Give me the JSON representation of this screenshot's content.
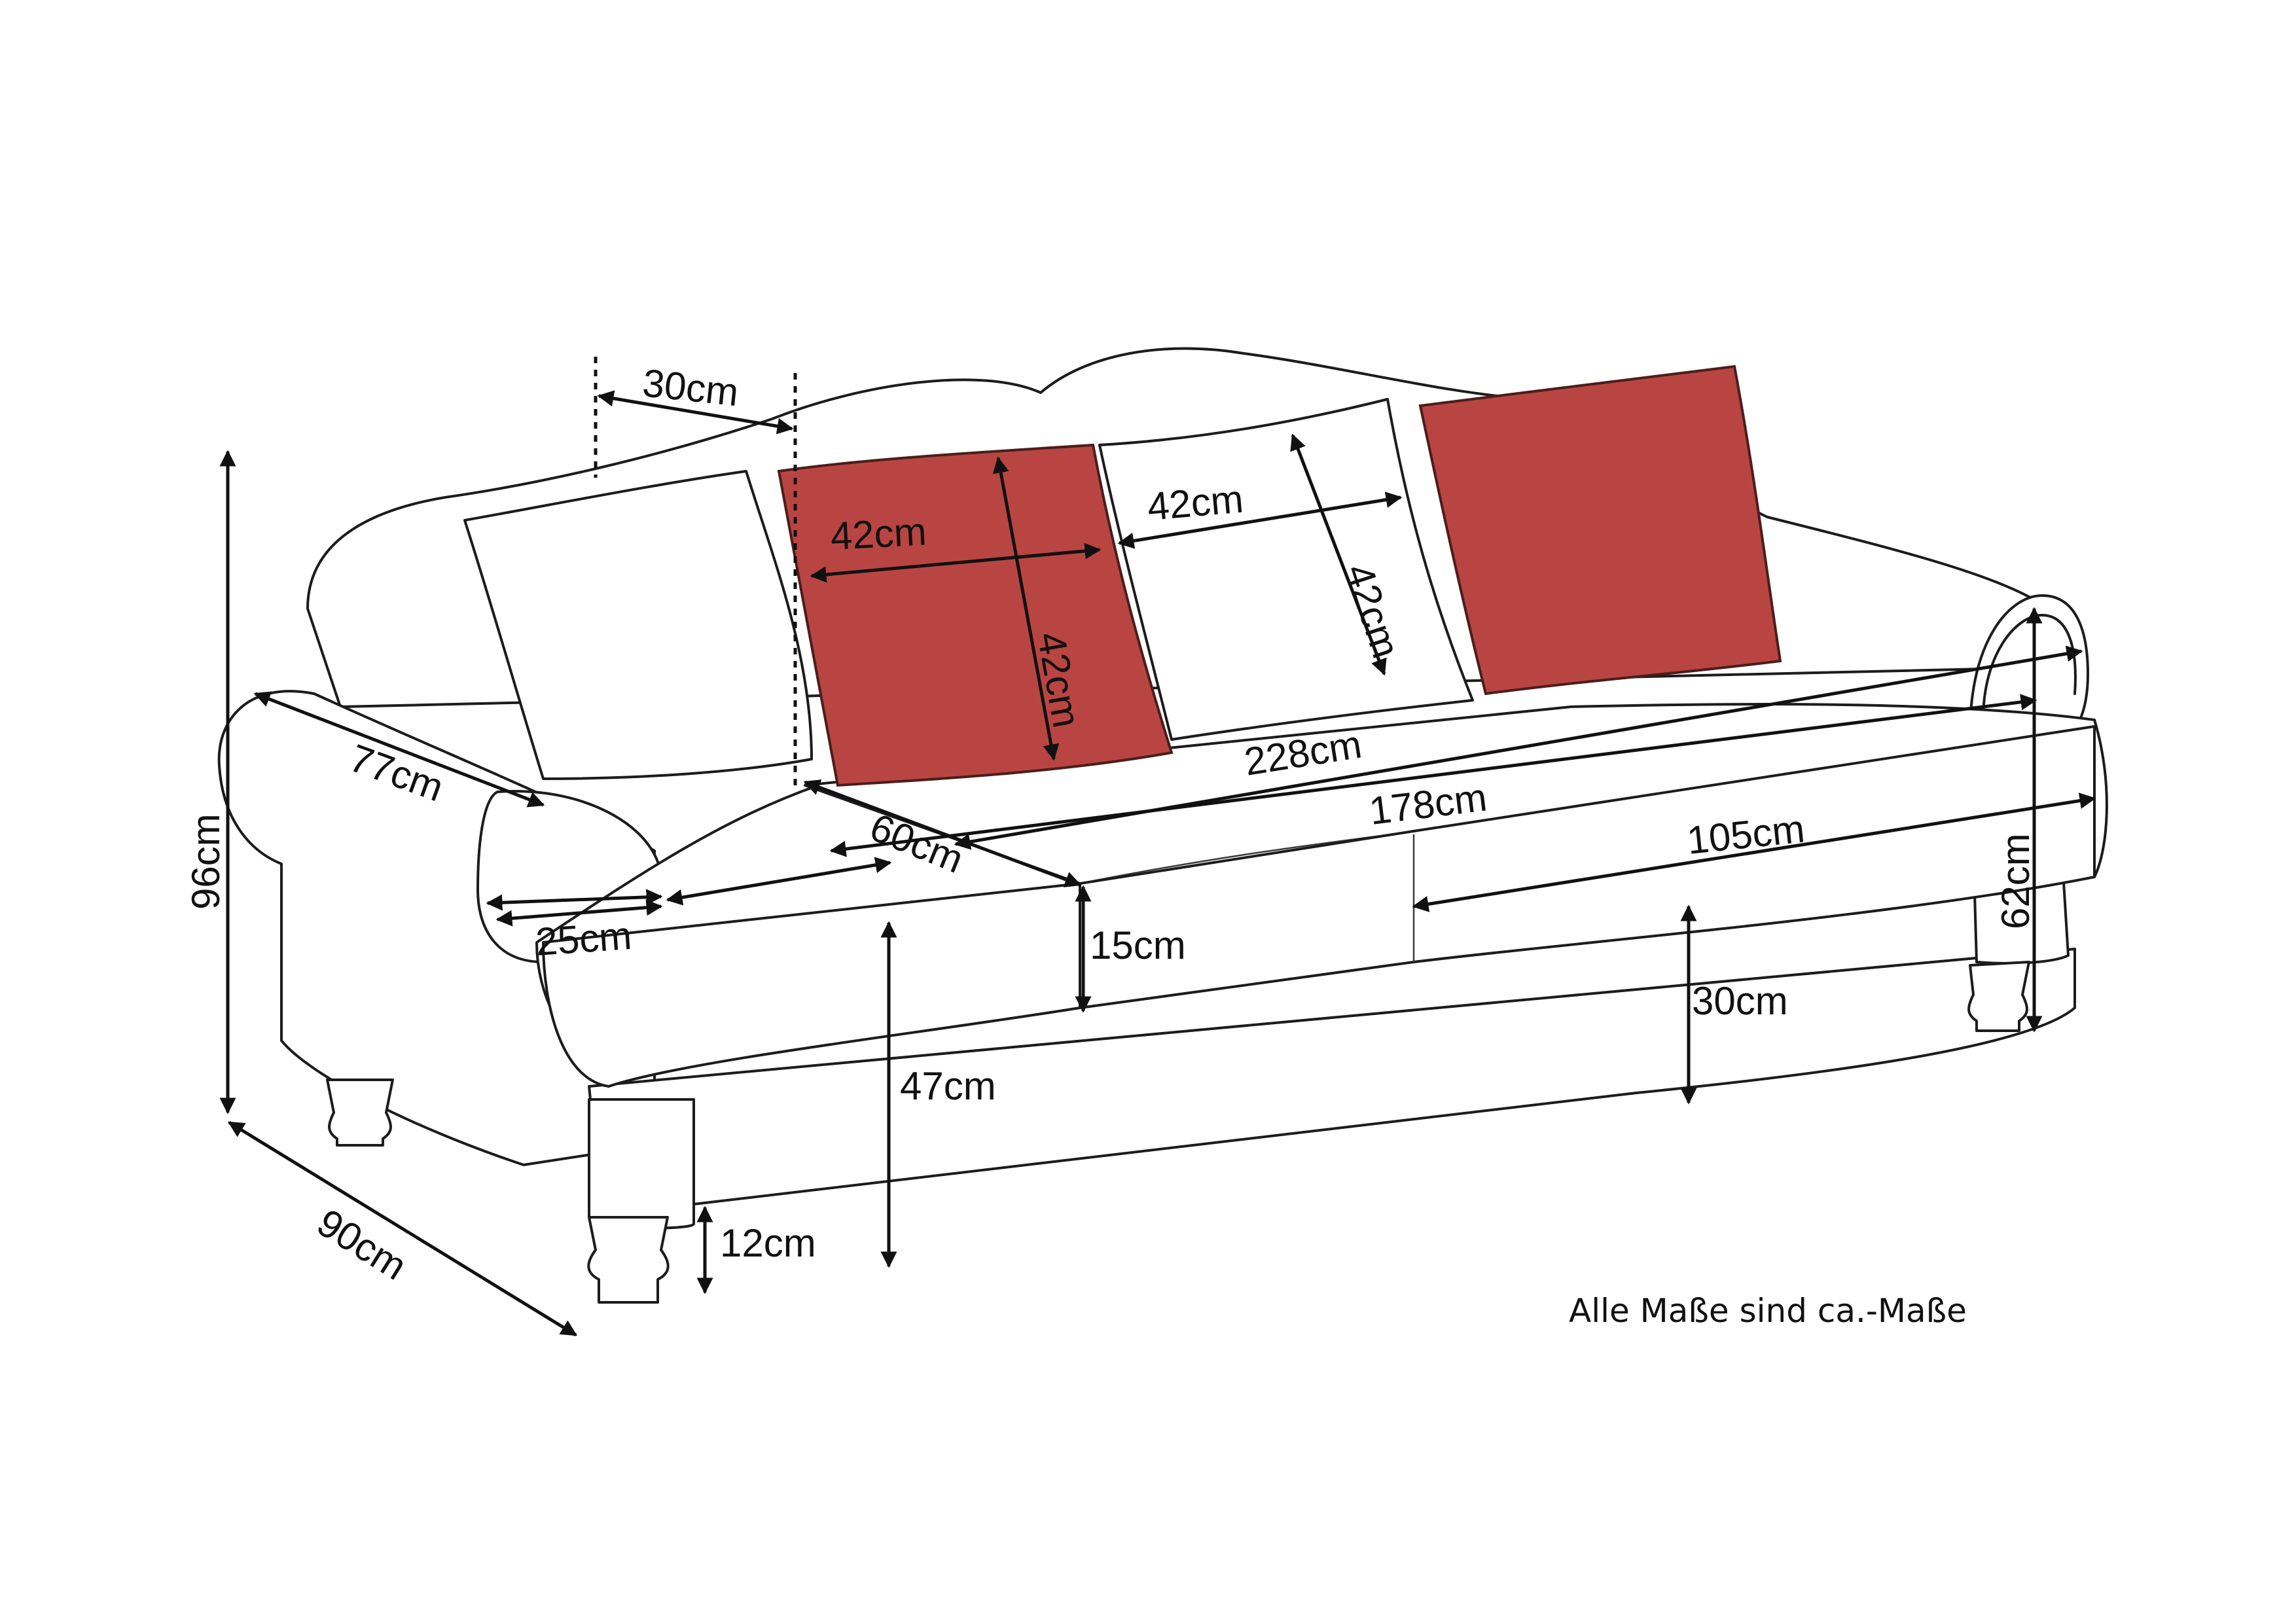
{
  "note": "Alle Maße sind ca.-Maße",
  "colors": {
    "pillow_red": "#b94542",
    "outline": "#1c1c1c",
    "background": "#ffffff"
  },
  "dimensions": {
    "back_cushion_depth": "30cm",
    "pillow_left_width": "42cm",
    "pillow_left_height": "42cm",
    "pillow_right_width": "42cm",
    "pillow_right_height": "42cm",
    "arm_length": "77cm",
    "total_width": "228cm",
    "inner_width": "178cm",
    "seat_cushion_width": "105cm",
    "seat_depth": "60cm",
    "arm_width": "25cm",
    "cushion_height": "15cm",
    "arm_height": "62cm",
    "total_height": "96cm",
    "seat_height": "47cm",
    "frame_height": "30cm",
    "leg_height": "12cm",
    "total_depth": "90cm"
  }
}
